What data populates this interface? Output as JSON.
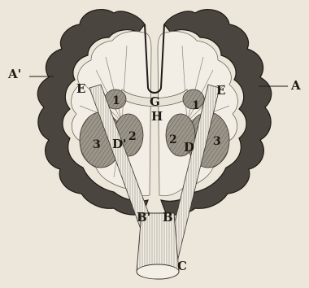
{
  "figure": {
    "labels": {
      "A": "A",
      "A_prime": "A'",
      "B": "B",
      "B_prime": "B'",
      "C": "C",
      "D": "D",
      "D_prime": "D'",
      "E_left": "E",
      "E_right": "E",
      "G": "G",
      "H": "H"
    },
    "region_numbers": {
      "left_1": "1",
      "left_2": "2",
      "left_3": "3",
      "right_1": "1",
      "right_2": "2",
      "right_3": "3"
    }
  },
  "colors": {
    "paper": "#ece7da",
    "ink": "#1e1a14",
    "gray_matter": "#9b958a",
    "white_matter": "#f2eee5"
  }
}
